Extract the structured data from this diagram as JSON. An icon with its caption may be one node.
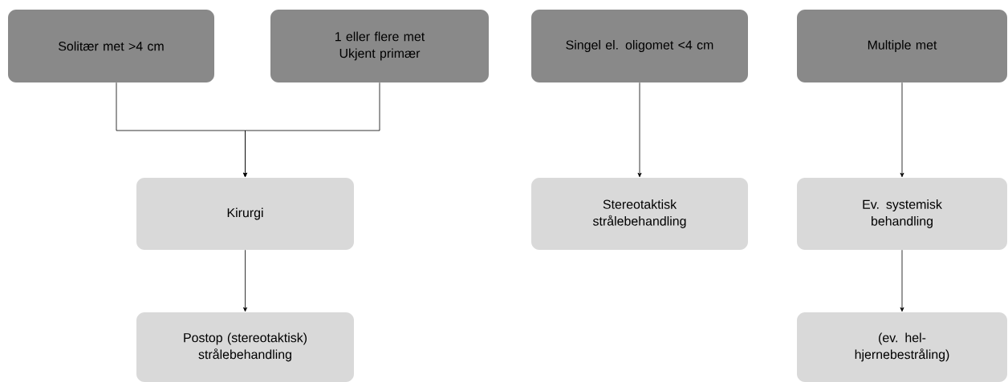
{
  "diagram": {
    "nodes": [
      {
        "text": [
          "Solitær met >4 cm"
        ]
      },
      {
        "text": [
          "1 eller flere met Ukjent primær"
        ]
      },
      {
        "text": [
          "Singel el. oligomet <4 cm"
        ]
      },
      {
        "text": [
          "Multiple met"
        ]
      },
      {
        "text": [
          "Kirurgi"
        ]
      },
      {
        "text": [
          "Stereotaktisk strålebehandling"
        ]
      },
      {
        "text": [
          "Ev. systemisk behandling"
        ]
      },
      {
        "text": [
          "Postop (stereotaktisk) strålebehandling"
        ]
      },
      {
        "text": [
          "(ev. hel- hjernebestråling)"
        ]
      }
    ],
    "edges": [
      {
        "from": 0,
        "to": 4,
        "arrow": "to"
      },
      {
        "from": 1,
        "to": 4,
        "arrow": "to"
      },
      {
        "from": 2,
        "to": 5,
        "arrow": "to"
      },
      {
        "from": 3,
        "to": 6,
        "arrow": "to"
      },
      {
        "from": 4,
        "to": 7,
        "arrow": "to"
      },
      {
        "from": 6,
        "to": 8,
        "arrow": "to"
      }
    ]
  }
}
